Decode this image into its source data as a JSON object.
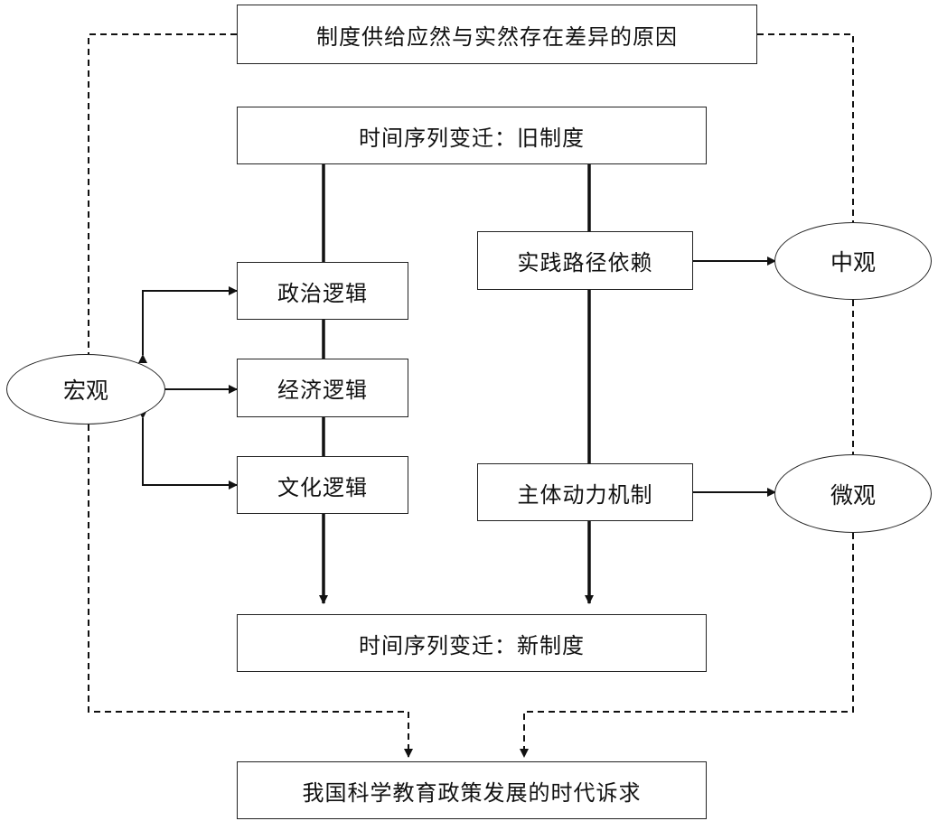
{
  "title": "制度供给应然与实然存在差异的原因",
  "old_institution": "时间序列变迁：旧制度",
  "new_institution": "时间序列变迁：新制度",
  "outcome": "我国科学教育政策发展的时代诉求",
  "logics": {
    "political": "政治逻辑",
    "economic": "经济逻辑",
    "cultural": "文化逻辑"
  },
  "path_dependence": "实践路径依赖",
  "agent_mechanism": "主体动力机制",
  "levels": {
    "macro": "宏观",
    "meso": "中观",
    "micro": "微观"
  }
}
